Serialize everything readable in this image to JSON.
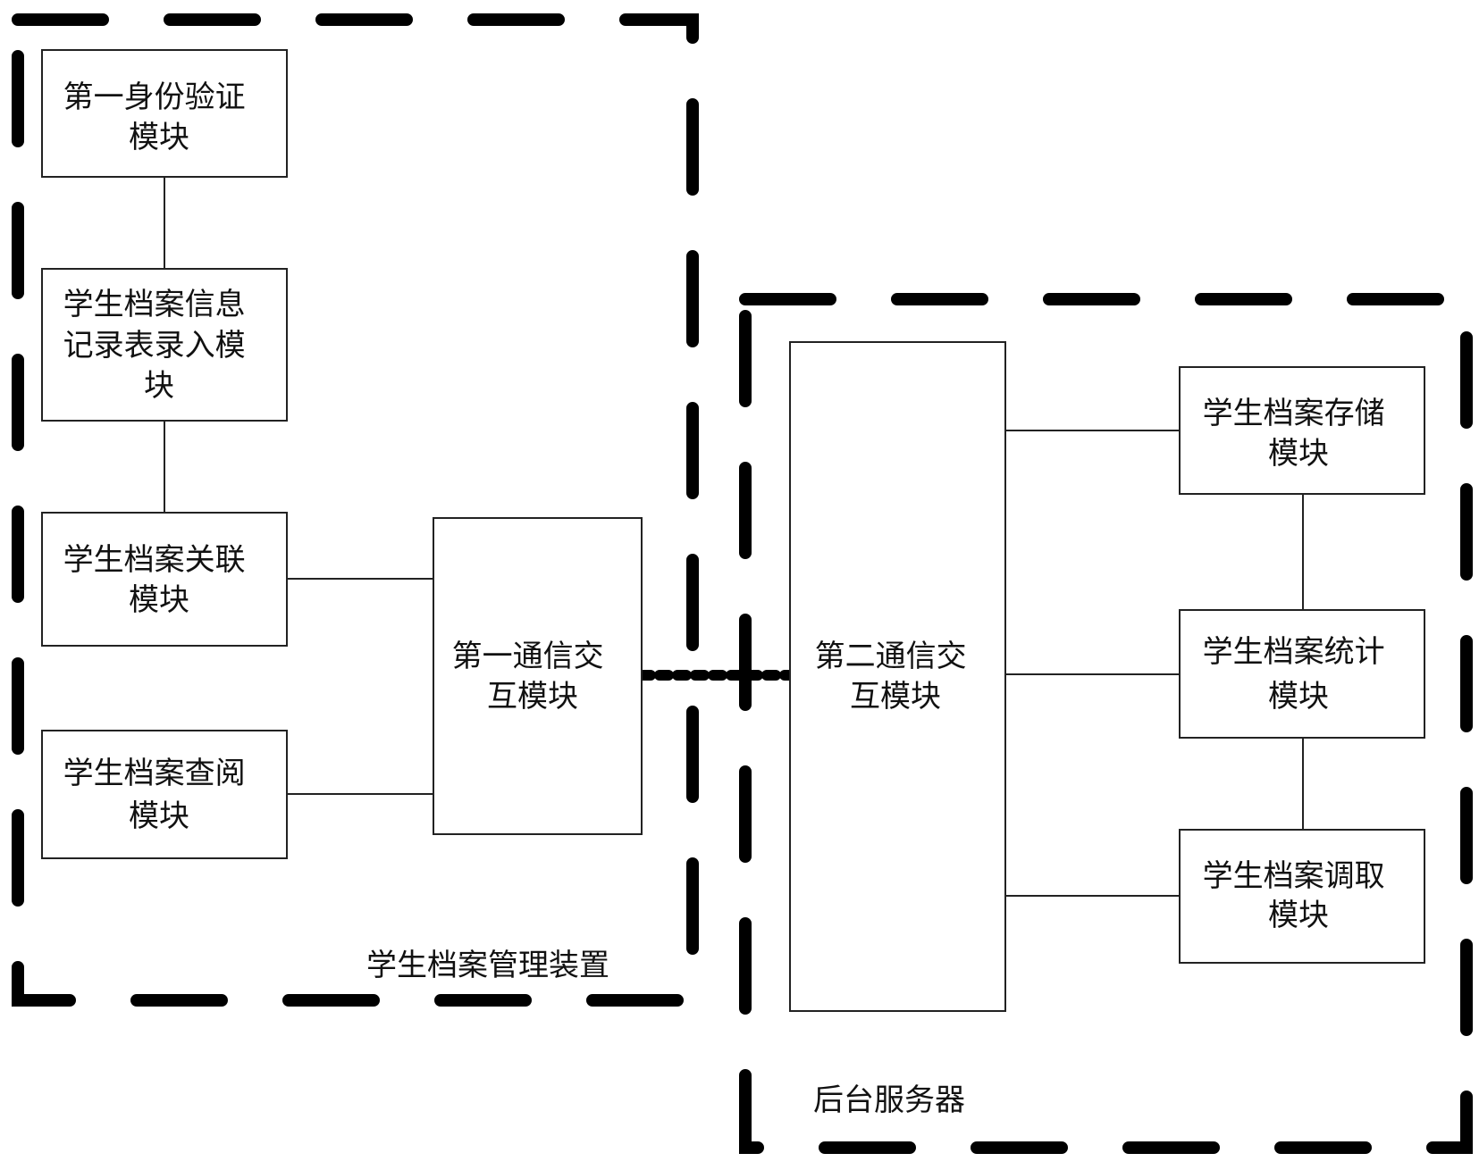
{
  "groups": {
    "device": {
      "label": "学生档案管理装置"
    },
    "server": {
      "label": "后台服务器"
    }
  },
  "modules": {
    "auth": {
      "lines": [
        "第一身份验证",
        "模块"
      ]
    },
    "record_entry": {
      "lines": [
        "学生档案信息",
        "记录表录入模",
        "块"
      ]
    },
    "association": {
      "lines": [
        "学生档案关联",
        "模块"
      ]
    },
    "lookup": {
      "lines": [
        "学生档案查阅",
        "模块"
      ]
    },
    "comm1": {
      "lines": [
        "第一通信交",
        "互模块"
      ]
    },
    "comm2": {
      "lines": [
        "第二通信交",
        "互模块"
      ]
    },
    "storage": {
      "lines": [
        "学生档案存储",
        "模块"
      ]
    },
    "statistics": {
      "lines": [
        "学生档案统计",
        "模块"
      ]
    },
    "retrieval": {
      "lines": [
        "学生档案调取",
        "模块"
      ]
    }
  }
}
